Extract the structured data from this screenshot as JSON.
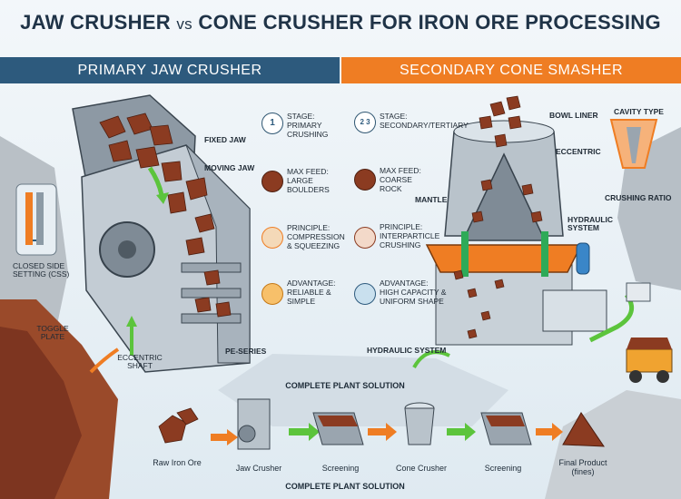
{
  "title": {
    "part1": "JAW CRUSHER",
    "vs": "vs",
    "part2": "CONE CRUSHER FOR IRON ORE PROCESSING"
  },
  "left_header": "PRIMARY JAW CRUSHER",
  "right_header": "SECONDARY CONE SMASHER",
  "jaw_labels": {
    "fixed_jaw": "FIXED JAW",
    "moving_jaw": "MOVING JAW",
    "css_line1": "CLOSED SIDE",
    "css_line2": "SETTING (CSS)",
    "toggle_line1": "TOGGLE",
    "toggle_line2": "PLATE",
    "eccentric_line1": "ECCENTRIC",
    "eccentric_line2": "SHAFT",
    "pe_series": "PE-SERIES"
  },
  "jaw_info": [
    {
      "heading": "STAGE:",
      "line1": "PRIMARY",
      "line2": "CRUSHING",
      "icon_text": "1"
    },
    {
      "heading": "MAX FEED:",
      "line1": "LARGE",
      "line2": "BOULDERS"
    },
    {
      "heading": "PRINCIPLE:",
      "line1": "COMPRESSION",
      "line2": "& SQUEEZING"
    },
    {
      "heading": "ADVANTAGE:",
      "line1": "RELIABLE &",
      "line2": "SIMPLE"
    }
  ],
  "cone_info": [
    {
      "heading": "STAGE:",
      "line1": "SECONDARY/TERTIARY",
      "line2": "",
      "icon_text": "2 3"
    },
    {
      "heading": "MAX FEED:",
      "line1": "COARSE",
      "line2": "ROCK"
    },
    {
      "heading": "PRINCIPLE:",
      "line1": "INTERPARTICLE",
      "line2": "CRUSHING"
    },
    {
      "heading": "ADVANTAGE:",
      "line1": "HIGH CAPACITY &",
      "line2": "UNIFORM SHAPE"
    }
  ],
  "cone_labels": {
    "bowl_liner": "BOWL LINER",
    "eccentric": "ECCENTRIC",
    "mantle": "MANTLE",
    "hydraulic_line1": "HYDRAULIC",
    "hydraulic_line2": "SYSTEM",
    "hydraulic_system": "HYDRAULIC SYSTEM",
    "cavity_type": "CAVITY TYPE",
    "crushing_ratio": "CRUSHING RATIO"
  },
  "plant_top": "COMPLETE PLANT SOLUTION",
  "plant_bottom": "COMPLETE PLANT SOLUTION",
  "flow": [
    {
      "line1": "Raw Iron Ore",
      "line2": ""
    },
    {
      "line1": "Jaw Crusher",
      "line2": ""
    },
    {
      "line1": "Screening",
      "line2": ""
    },
    {
      "line1": "Cone Crusher",
      "line2": ""
    },
    {
      "line1": "Screening",
      "line2": ""
    },
    {
      "line1": "Final Product",
      "line2": "(fines)"
    }
  ],
  "colors": {
    "steel_blue": "#2d5a7d",
    "orange": "#ef7d23",
    "ore": "#8c3a22",
    "arrow_green": "#5cc43c",
    "arrow_orange": "#ef7d23"
  }
}
